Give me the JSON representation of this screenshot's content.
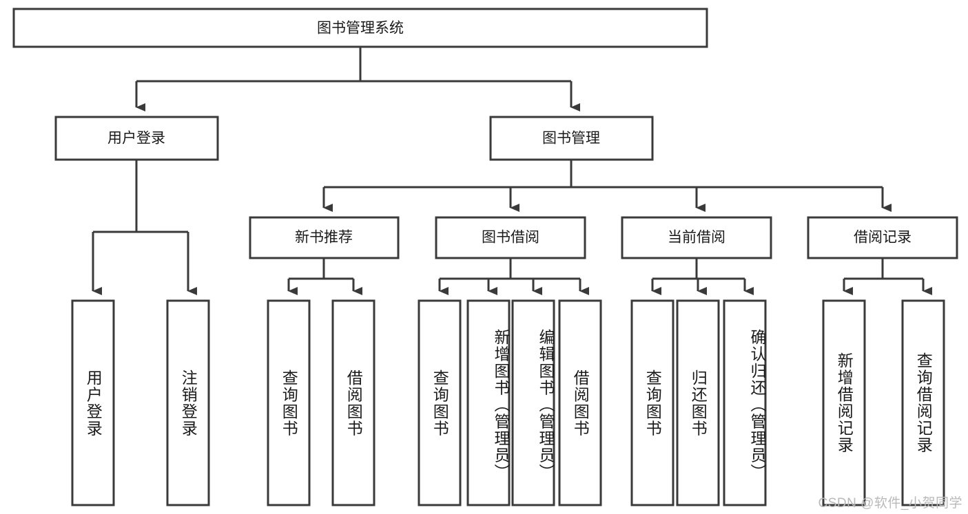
{
  "diagram": {
    "title": "图书管理系统",
    "watermark": "CSDN @软件_小贺同学",
    "type": "tree-hierarchy-diagram",
    "colors": {
      "stroke": "#3a3a3a",
      "fill": "#ffffff",
      "text": "#1a1a1a",
      "watermark": "#b9b9b9"
    },
    "levels": {
      "root": {
        "label": "图书管理系统"
      },
      "level2": [
        {
          "label": "用户登录"
        },
        {
          "label": "图书管理"
        }
      ],
      "level3": [
        {
          "label": "新书推荐"
        },
        {
          "label": "图书借阅"
        },
        {
          "label": "当前借阅"
        },
        {
          "label": "借阅记录"
        }
      ]
    },
    "leaves": {
      "user_login": [
        {
          "label": "用户登录"
        },
        {
          "label": "注销登录"
        }
      ],
      "new_book_recommend": [
        {
          "label": "查询图书"
        },
        {
          "label": "借阅图书"
        }
      ],
      "book_borrow": [
        {
          "label": "查询图书"
        },
        {
          "label": "新增图书（管理员）"
        },
        {
          "label": "编辑图书（管理员）"
        },
        {
          "label": "借阅图书"
        }
      ],
      "current_borrow": [
        {
          "label": "查询图书"
        },
        {
          "label": "归还图书"
        },
        {
          "label": "确认归还（管理员）"
        }
      ],
      "borrow_record": [
        {
          "label": "新增借阅记录"
        },
        {
          "label": "查询借阅记录"
        }
      ]
    }
  }
}
